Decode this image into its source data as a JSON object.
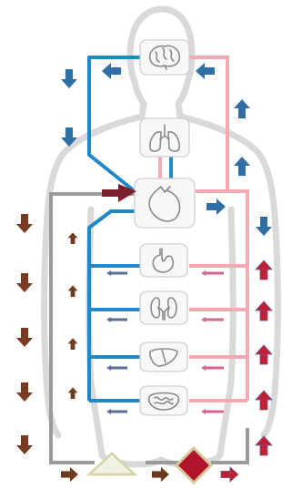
{
  "diagram": {
    "title": "",
    "colors": {
      "body_silhouette": "#d9d9d9",
      "organ_box_fill": "#f7f7f7",
      "organ_box_stroke": "#cfcfcf",
      "organ_icon": "#8a8a8a",
      "venous_blue": "#1f88c8",
      "arterial_pink": "#f2a9b2",
      "bypass_gray": "#9a9a9a",
      "big_arrow_blue": "#2f6fa6",
      "big_arrow_red": "#c41e2f",
      "big_arrow_brown": "#7a3a1f",
      "small_arrow_blue": "#5a6f93",
      "small_arrow_pink": "#d06a8a",
      "small_arrow_brown": "#6e3b1f",
      "pump_triangle_fill": "#eef3e6",
      "pump_triangle_stroke": "#d6d2a6",
      "oxygenator_fill": "#b0152b",
      "oxygenator_stroke": "#d9c89a"
    },
    "organs": [
      {
        "id": "brain",
        "icon": "brain-icon"
      },
      {
        "id": "lungs",
        "icon": "lungs-icon"
      },
      {
        "id": "heart",
        "icon": "heart-icon"
      },
      {
        "id": "stomach",
        "icon": "stomach-icon"
      },
      {
        "id": "kidneys",
        "icon": "kidneys-icon"
      },
      {
        "id": "liver",
        "icon": "liver-icon"
      },
      {
        "id": "intestines",
        "icon": "intestines-icon"
      }
    ],
    "circuit": {
      "pump": "pump-triangle",
      "oxygenator": "oxygenator-diamond"
    }
  }
}
